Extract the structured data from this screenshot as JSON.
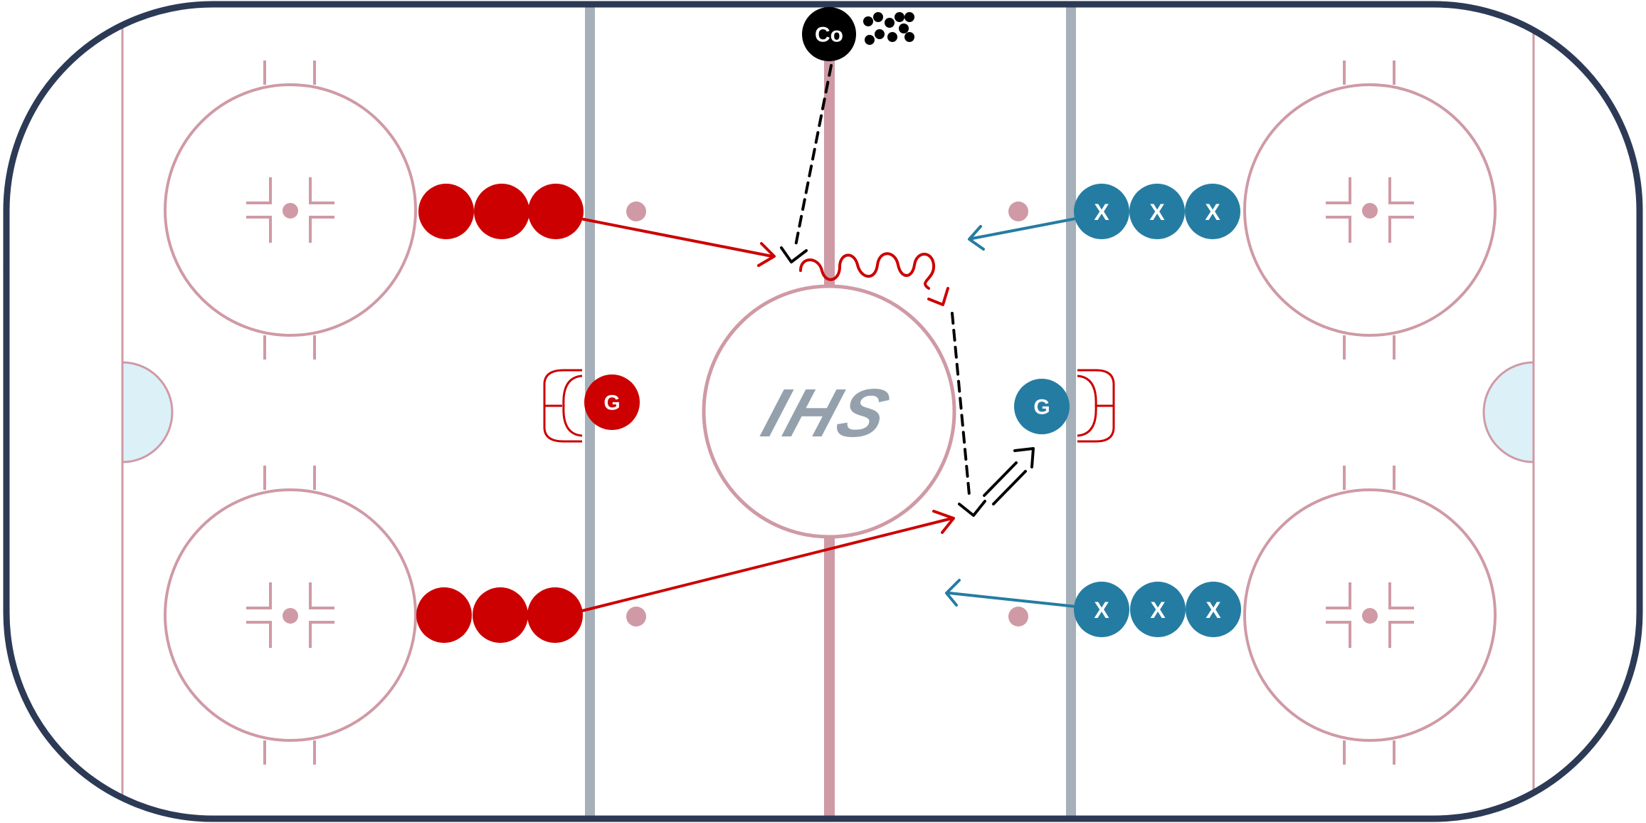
{
  "colors": {
    "board": "#2c3a55",
    "rink_line": "#cf9aa5",
    "blue_line": "#a5b0ba",
    "crease": "#dcf0f8",
    "red_team": "#cc0000",
    "blue_team": "#257ca2",
    "coach": "#000000",
    "logo": "#94a1ad",
    "ice": "#ffffff"
  },
  "logo_text": "IHS",
  "coach": {
    "label": "Co",
    "icon": "coach-token",
    "puck_pile_icon": "pucks-icon",
    "puck_count": 10
  },
  "red_team": {
    "goalie_label": "G",
    "lines": [
      {
        "name": "top",
        "players": 3,
        "player_label": ""
      },
      {
        "name": "bottom",
        "players": 3,
        "player_label": ""
      }
    ]
  },
  "blue_team": {
    "goalie_label": "G",
    "lines": [
      {
        "name": "top",
        "players": 3,
        "player_label": "X"
      },
      {
        "name": "bottom",
        "players": 3,
        "player_label": "X"
      }
    ]
  },
  "nets": [
    "left-center-net",
    "right-center-net"
  ],
  "paths": [
    {
      "name": "coach-pass",
      "type": "pass",
      "style": "dashed"
    },
    {
      "name": "red-top-skate",
      "type": "skate",
      "style": "solid"
    },
    {
      "name": "red-carry",
      "type": "skate-with-puck",
      "style": "wavy"
    },
    {
      "name": "red-pass-to-slot",
      "type": "pass",
      "style": "dashed"
    },
    {
      "name": "red-bottom-skate",
      "type": "skate",
      "style": "solid"
    },
    {
      "name": "shot-on-goal",
      "type": "shot",
      "style": "double"
    },
    {
      "name": "blue-top-skate",
      "type": "skate",
      "style": "solid"
    },
    {
      "name": "blue-bottom-skate",
      "type": "skate",
      "style": "solid"
    }
  ]
}
